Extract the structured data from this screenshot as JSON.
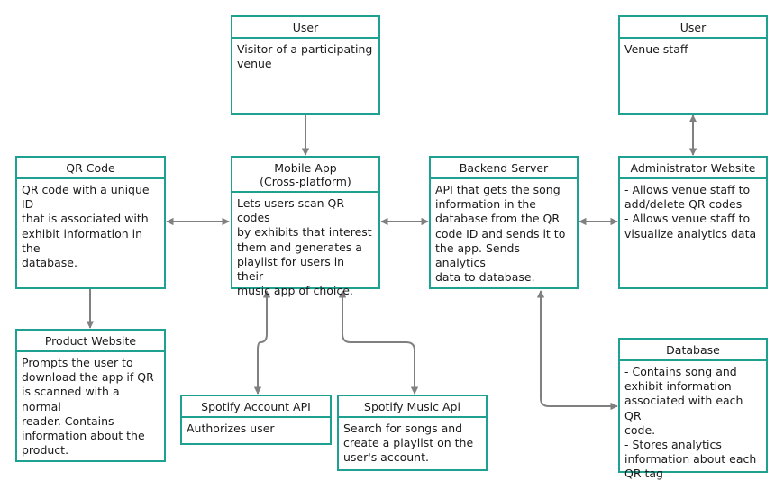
{
  "colors": {
    "box_border": "#1fa192",
    "connector": "#808080"
  },
  "boxes": {
    "user_visitor": {
      "title": "User",
      "body": "Visitor of a participating\nvenue"
    },
    "user_staff": {
      "title": "User",
      "body": "Venue staff"
    },
    "qr_code": {
      "title": "QR Code",
      "body": "QR code with a unique ID\nthat is associated with\nexhibit information in the\ndatabase."
    },
    "mobile_app": {
      "title": "Mobile App\n(Cross-platform)",
      "body": "Lets users scan QR codes\nby exhibits that interest\nthem and generates a\nplaylist for users in their\nmusic app of choice."
    },
    "backend_server": {
      "title": "Backend Server",
      "body": "API that gets the song\ninformation in the\ndatabase from the QR\ncode ID and sends it to\nthe app. Sends analytics\ndata to database."
    },
    "admin_website": {
      "title": "Administrator Website",
      "body": "- Allows venue staff to\nadd/delete QR codes\n- Allows venue staff to\nvisualize analytics data"
    },
    "product_website": {
      "title": "Product Website",
      "body": "Prompts the user to\ndownload the app if QR\nis scanned with a normal\nreader. Contains\ninformation about the\nproduct."
    },
    "spotify_account_api": {
      "title": "Spotify Account API",
      "body": "Authorizes user"
    },
    "spotify_music_api": {
      "title": "Spotify Music Api",
      "body": "Search for songs and\ncreate a playlist on the\nuser's account."
    },
    "database": {
      "title": "Database",
      "body": "- Contains song and\nexhibit information\nassociated with each QR\ncode.\n- Stores analytics\ninformation about each\nQR tag"
    }
  }
}
